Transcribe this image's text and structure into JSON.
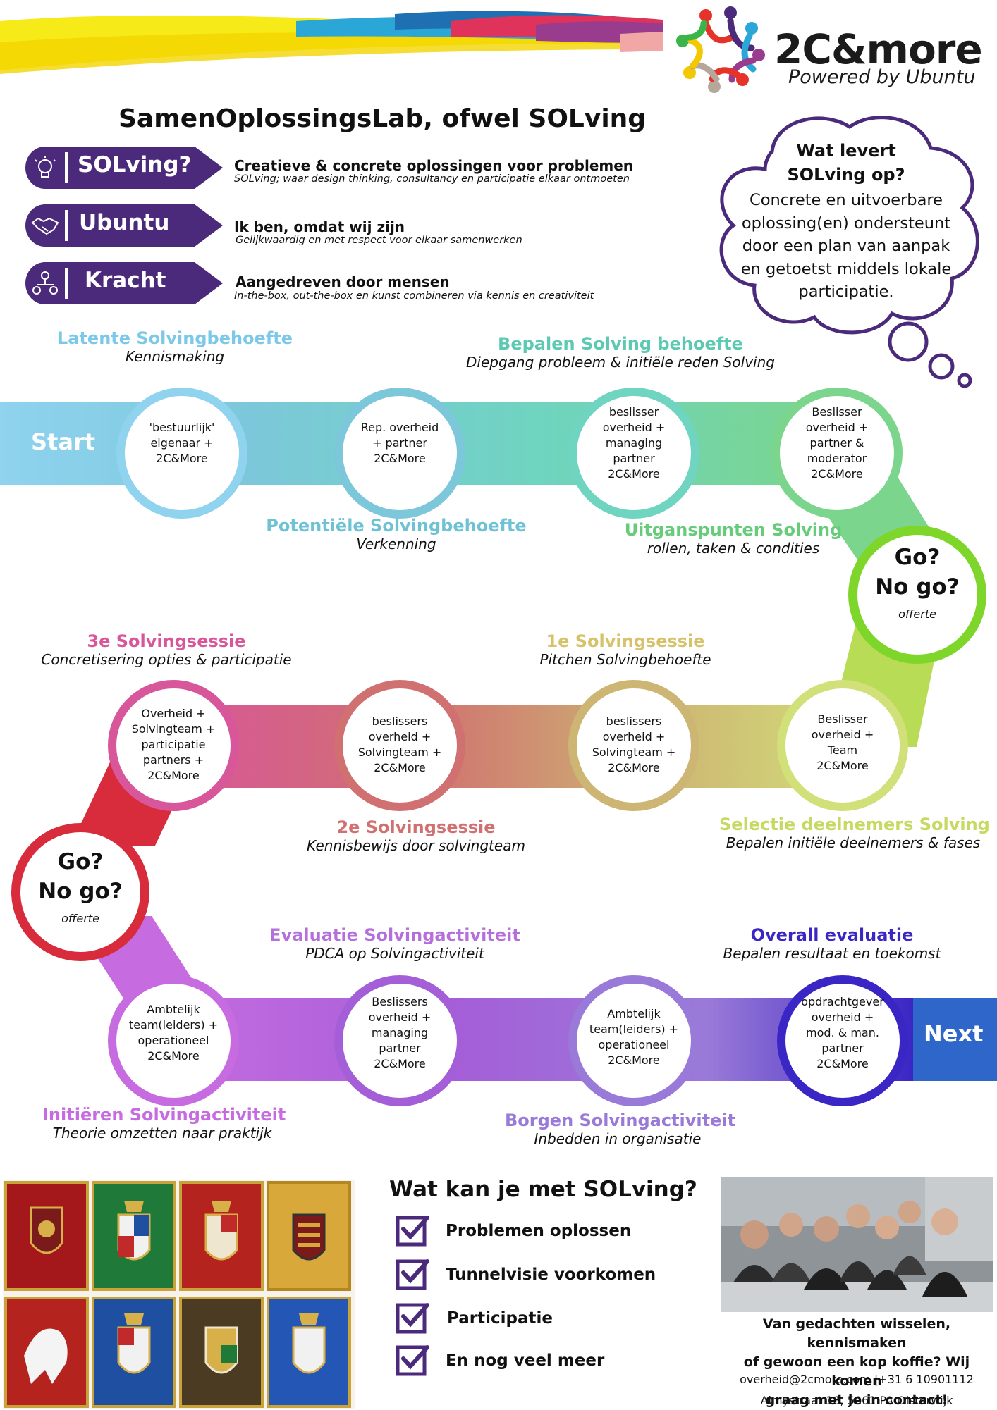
{
  "brand": {
    "name": "2C&more",
    "tagline": "Powered by Ubuntu"
  },
  "title": "SamenOplossingsLab, ofwel SOLving",
  "pillars": [
    {
      "label": "SOLving?",
      "icon": "lightbulb-icon",
      "heading": "Creatieve & concrete oplossingen voor problemen",
      "sub": "SOLving; waar design thinking, consultancy en participatie elkaar ontmoeten"
    },
    {
      "label": "Ubuntu",
      "icon": "handshake-icon",
      "heading": "Ik ben, omdat wij zijn",
      "sub": "Gelijkwaardig en met respect voor elkaar samenwerken"
    },
    {
      "label": "Kracht",
      "icon": "network-icon",
      "heading": "Aangedreven door mensen",
      "sub": "In-the-box, out-the-box en kunst combineren via kennis en creativiteit"
    }
  ],
  "cloud": {
    "title_line1": "Wat levert",
    "title_line2": "SOLving op?",
    "body": [
      "Concrete en uitvoerbare",
      "oplossing(en) ondersteunt",
      "door een plan van aanpak",
      "en getoetst middels lokale",
      "participatie."
    ]
  },
  "road": {
    "start": "Start",
    "next": "Next",
    "row1": [
      {
        "lines": [
          "'bestuurlijk'",
          "eigenaar +",
          "2C&More"
        ]
      },
      {
        "lines": [
          "Rep. overheid",
          "+ partner",
          "2C&More"
        ]
      },
      {
        "lines": [
          "beslisser",
          "overheid +",
          "managing",
          "partner",
          "2C&More"
        ]
      },
      {
        "lines": [
          "Beslisser",
          "overheid +",
          "partner &",
          "moderator",
          "2C&More"
        ]
      }
    ],
    "row2": [
      {
        "lines": [
          "Overheid +",
          "Solvingteam +",
          "participatie",
          "partners +",
          "2C&More"
        ]
      },
      {
        "lines": [
          "beslissers",
          "overheid +",
          "Solvingteam +",
          "2C&More"
        ]
      },
      {
        "lines": [
          "beslissers",
          "overheid +",
          "Solvingteam +",
          "2C&More"
        ]
      },
      {
        "lines": [
          "Beslisser",
          "overheid +",
          "Team",
          "2C&More"
        ]
      }
    ],
    "row3": [
      {
        "lines": [
          "Ambtelijk",
          "team(leiders) +",
          "operationeel",
          "2C&More"
        ]
      },
      {
        "lines": [
          "Beslissers",
          "overheid +",
          "managing",
          "partner",
          "2C&More"
        ]
      },
      {
        "lines": [
          "Ambtelijk",
          "team(leiders) +",
          "operationeel",
          "2C&More"
        ]
      },
      {
        "lines": [
          "opdrachtgever",
          "overheid +",
          "mod. & man.",
          "partner",
          "2C&More"
        ]
      }
    ],
    "go1": {
      "l1": "Go?",
      "l2": "No go?",
      "sub": "offerte"
    },
    "go2": {
      "l1": "Go?",
      "l2": "No go?",
      "sub": "offerte"
    },
    "labels": {
      "latente": {
        "title": "Latente Solvingbehoefte",
        "sub": "Kennismaking"
      },
      "bepalen": {
        "title": "Bepalen Solving behoefte",
        "sub": "Diepgang probleem & initiële reden Solving"
      },
      "potentiele": {
        "title": "Potentiële Solvingbehoefte",
        "sub": "Verkenning"
      },
      "uitgangspunten": {
        "title": "Uitganspunten Solving",
        "sub": "rollen, taken & condities"
      },
      "derde": {
        "title": "3e Solvingsessie",
        "sub": "Concretisering opties & participatie"
      },
      "eerste": {
        "title": "1e Solvingsessie",
        "sub": "Pitchen Solvingbehoefte"
      },
      "tweede": {
        "title": "2e Solvingsessie",
        "sub": "Kennisbewijs door solvingteam"
      },
      "selectie": {
        "title": "Selectie deelnemers Solving",
        "sub": "Bepalen initiële deelnemers & fases"
      },
      "evaluatie": {
        "title": "Evaluatie Solvingactiviteit",
        "sub": "PDCA op Solvingactiviteit"
      },
      "overall": {
        "title": "Overall evaluatie",
        "sub": "Bepalen resultaat en toekomst"
      },
      "initieren": {
        "title": "Initiëren Solvingactiviteit",
        "sub": "Theorie omzetten naar praktijk"
      },
      "borgen": {
        "title": "Borgen Solvingactiviteit",
        "sub": "Inbedden in organisatie"
      }
    }
  },
  "wat_kan": {
    "title": "Wat kan je met SOLving?",
    "items": [
      "Problemen oplossen",
      "Tunnelvisie voorkomen",
      "Participatie",
      "En nog veel meer"
    ]
  },
  "contact": {
    "line1": "Van gedachten wisselen, kennismaken",
    "line2": "of gewoon een kop koffie? Wij komen",
    "line3": "graag met je in contact!",
    "email_phone": "overheid@2cmore.com |+31 6 10901112",
    "address": "Almystraat 18, 5061 PA Oisterwijk"
  },
  "colors": {
    "purple": "#4b2a7b",
    "row1": [
      "#8fd3ef",
      "#7cc8da",
      "#6fd4c0",
      "#7bd58d"
    ],
    "go1": "#7fd62a",
    "row2": [
      "#d8569a",
      "#d07070",
      "#cdb673",
      "#d2e07a"
    ],
    "go2": "#d82c3c",
    "row3": [
      "#c66be0",
      "#a45fd8",
      "#9a7ad8",
      "#3a26c4"
    ],
    "next": "#2f66c9"
  }
}
